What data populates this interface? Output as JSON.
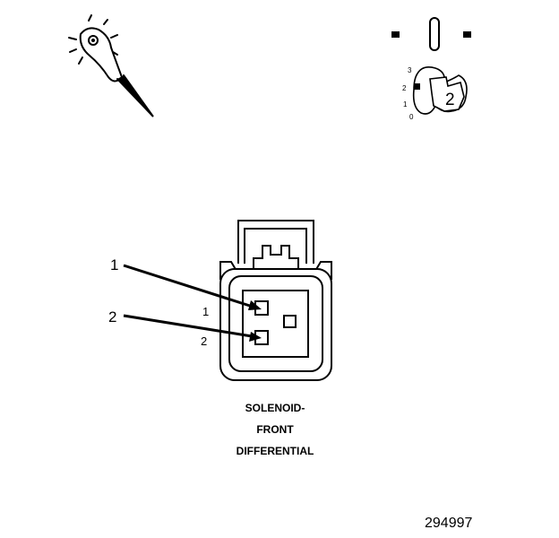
{
  "probe_icon": {
    "name": "probe-icon"
  },
  "meter_icon": {
    "name": "meter-icon",
    "scale_labels": [
      "3",
      "2",
      "1",
      "0"
    ],
    "setting": "2"
  },
  "connector": {
    "name": "connector",
    "callouts": [
      "1",
      "2"
    ],
    "pin_labels": [
      "1",
      "2"
    ]
  },
  "caption": {
    "line1": "SOLENOID-",
    "line2": "FRONT",
    "line3": "DIFFERENTIAL"
  },
  "figure_id": "294997"
}
